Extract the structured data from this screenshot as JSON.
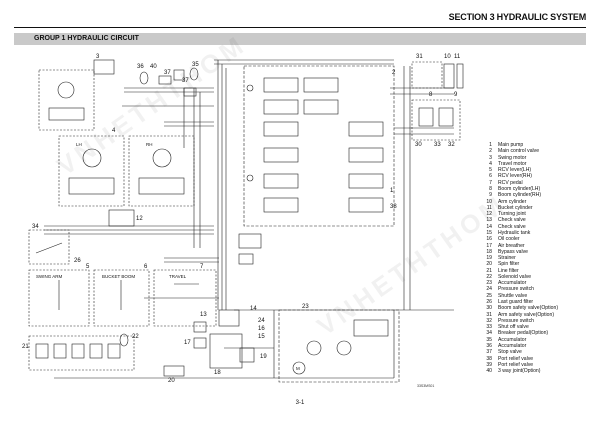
{
  "header": {
    "section_title": "SECTION 3 HYDRAULIC SYSTEM",
    "group_title": "GROUP 1 HYDRAULIC CIRCUIT"
  },
  "diagram": {
    "callouts": [
      "3",
      "36",
      "40",
      "37",
      "35",
      "37",
      "2",
      "31",
      "10",
      "11",
      "8",
      "9",
      "4",
      "30",
      "33",
      "32",
      "34",
      "26",
      "5",
      "6",
      "7",
      "12",
      "14",
      "24",
      "13",
      "15",
      "16",
      "17",
      "18",
      "19",
      "20",
      "21",
      "22",
      "23",
      "1",
      "38",
      "39"
    ],
    "labels": {
      "rh": "RH",
      "lh": "LH",
      "bucket_boom": "BUCKET  BOOM",
      "travel": "TRAVEL",
      "swing_arm": "SWING  ARM",
      "m": "M"
    }
  },
  "legend": {
    "items": [
      {
        "num": "1",
        "label": "Main pump"
      },
      {
        "num": "2",
        "label": "Main control valve"
      },
      {
        "num": "3",
        "label": "Swing motor"
      },
      {
        "num": "4",
        "label": "Travel motor"
      },
      {
        "num": "5",
        "label": "RCV lever(LH)"
      },
      {
        "num": "6",
        "label": "RCV lever(RH)"
      },
      {
        "num": "7",
        "label": "RCV pedal"
      },
      {
        "num": "8",
        "label": "Boom cylinder(LH)"
      },
      {
        "num": "9",
        "label": "Boom cylinder(RH)"
      },
      {
        "num": "10",
        "label": "Arm cylinder"
      },
      {
        "num": "11",
        "label": "Bucket cylinder"
      },
      {
        "num": "12",
        "label": "Turning joint"
      },
      {
        "num": "13",
        "label": "Check valve"
      },
      {
        "num": "14",
        "label": "Check valve"
      },
      {
        "num": "15",
        "label": "Hydraulic tank"
      },
      {
        "num": "16",
        "label": "Oil cooler"
      },
      {
        "num": "17",
        "label": "Air breather"
      },
      {
        "num": "18",
        "label": "Bypass valve"
      },
      {
        "num": "19",
        "label": "Strainer"
      },
      {
        "num": "20",
        "label": "Spin filter"
      },
      {
        "num": "21",
        "label": "Line filter"
      },
      {
        "num": "22",
        "label": "Solenoid valve"
      },
      {
        "num": "23",
        "label": "Accumulator"
      },
      {
        "num": "24",
        "label": "Pressure switch"
      },
      {
        "num": "25",
        "label": "Shuttle valve"
      },
      {
        "num": "26",
        "label": "Last guard filter"
      },
      {
        "num": "30",
        "label": "Boom safety valve(Option)"
      },
      {
        "num": "31",
        "label": "Arm safety valve(Option)"
      },
      {
        "num": "32",
        "label": "Pressure switch"
      },
      {
        "num": "33",
        "label": "Shut off valve"
      },
      {
        "num": "34",
        "label": "Breaker pedal(Option)"
      },
      {
        "num": "35",
        "label": "Accumulator"
      },
      {
        "num": "36",
        "label": "Accumulator"
      },
      {
        "num": "37",
        "label": "Stop valve"
      },
      {
        "num": "38",
        "label": "Port relief valve"
      },
      {
        "num": "39",
        "label": "Port relief valve"
      },
      {
        "num": "40",
        "label": "3 way joint(Option)"
      }
    ]
  },
  "footer": {
    "doc_code": "33S3MS01",
    "page_number": "3-1"
  },
  "watermark": "VNHETHTHOM"
}
